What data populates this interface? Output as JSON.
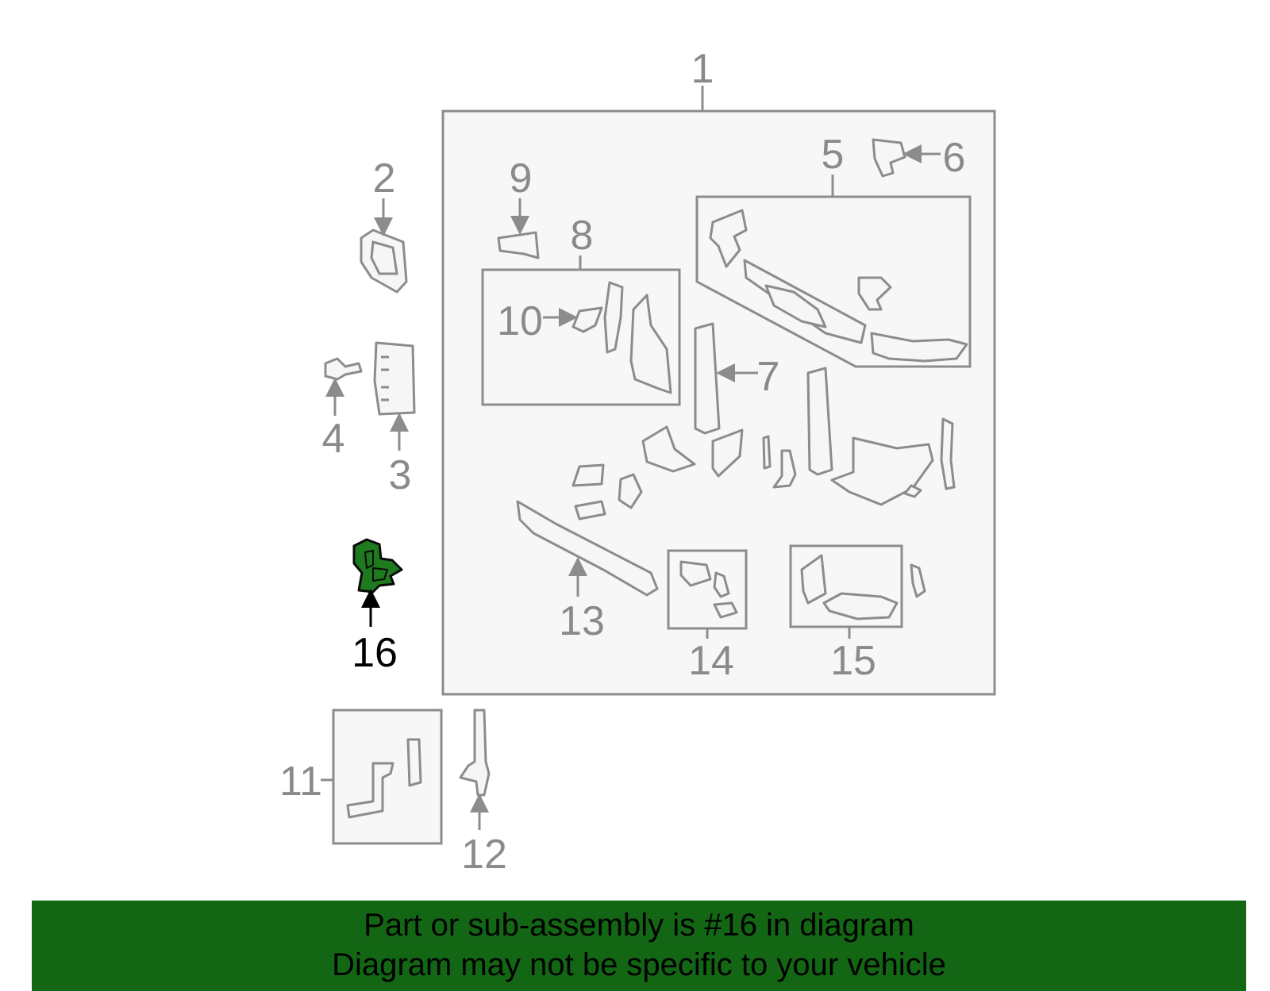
{
  "callouts": {
    "c1": "1",
    "c2": "2",
    "c3": "3",
    "c4": "4",
    "c5": "5",
    "c6": "6",
    "c7": "7",
    "c8": "8",
    "c9": "9",
    "c10": "10",
    "c11": "11",
    "c12": "12",
    "c13": "13",
    "c14": "14",
    "c15": "15",
    "c16": "16"
  },
  "highlight": {
    "part_number": "16",
    "color": "#1f7a1f"
  },
  "banner": {
    "line1": "Part or sub-assembly is #16 in diagram",
    "line2": "Diagram may not be specific to your vehicle",
    "background": "#136614"
  }
}
